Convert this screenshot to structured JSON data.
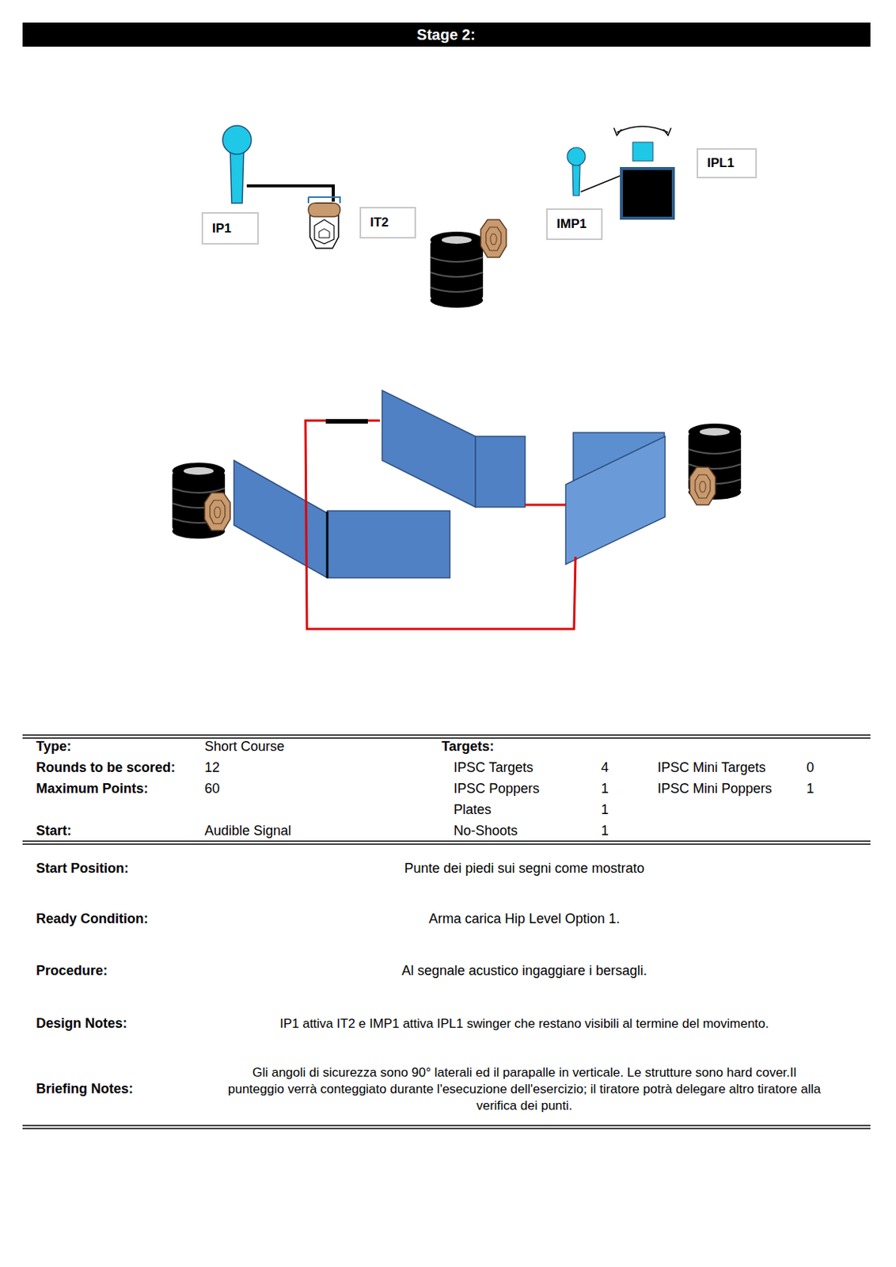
{
  "diagram": {
    "title": "Stage 2:",
    "nodes": [
      {
        "text": [
          "IP1"
        ]
      },
      {
        "text": [
          "IT2"
        ]
      },
      {
        "text": [
          "IMP1"
        ]
      },
      {
        "text": [
          "IPL1"
        ]
      }
    ],
    "labels": [
      "Type:",
      "Short Course",
      "Targets:",
      "Rounds to be scored:",
      "12",
      "IPSC Targets",
      "4",
      "IPSC Mini Targets",
      "0",
      "Maximum Points:",
      "60",
      "IPSC Poppers",
      "1",
      "IPSC Mini Poppers",
      "1",
      "Plates",
      "1",
      "Start:",
      "Audible Signal",
      "No-Shoots",
      "1",
      "Start Position:",
      "Punte dei piedi sui segni  come mostrato",
      "Ready Condition:",
      "Arma carica Hip Level Option 1.",
      "Procedure:",
      "Al segnale acustico ingaggiare i bersagli.",
      "Design Notes:",
      "IP1 attiva IT2 e IMP1 attiva IPL1  swinger che restano visibili al termine del movimento.",
      "Briefing Notes:",
      "Gli angoli di sicurezza sono 90° laterali ed il parapalle in verticale. Le strutture sono hard cover.Il punteggio verrà conteggiato durante l'esecuzione dell'esercizio; il tiratore potrà delegare altro tiratore alla verifica  dei punti."
    ]
  }
}
